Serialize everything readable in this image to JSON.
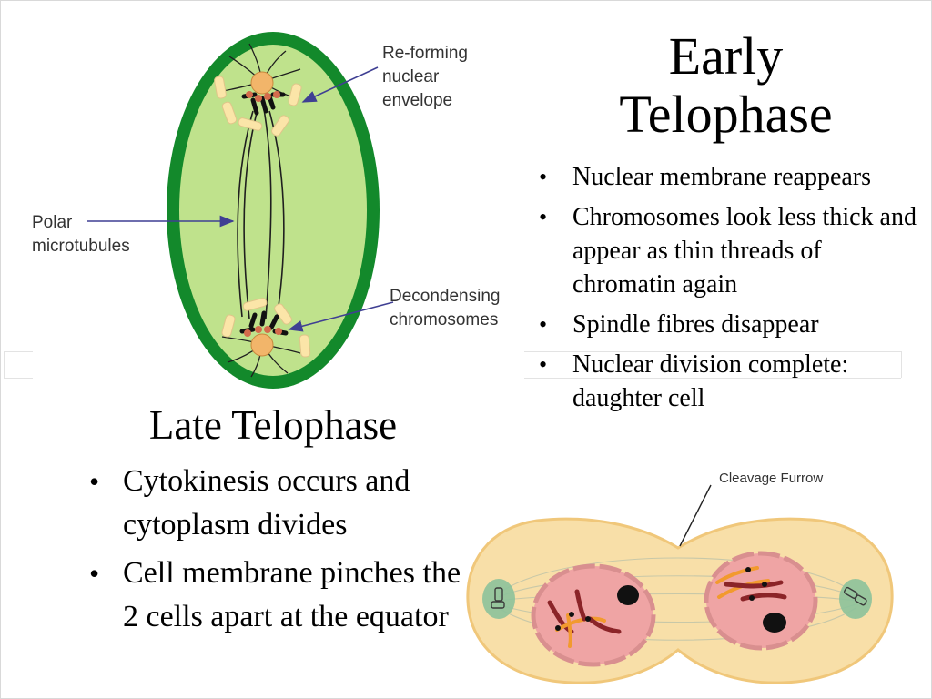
{
  "early": {
    "title_line1": "Early",
    "title_line2": "Telophase",
    "bullets": [
      "Nuclear membrane reappears",
      "Chromosomes look less thick and appear as thin threads of chromatin again",
      "Spindle fibres disappear",
      "Nuclear division complete: daughter cell"
    ]
  },
  "late": {
    "title": "Late Telophase",
    "bullets": [
      "Cytokinesis occurs and cytoplasm divides",
      "Cell membrane pinches the 2 cells apart at the equator"
    ]
  },
  "diagram_top": {
    "label_envelope_1": "Re-forming",
    "label_envelope_2": "nuclear",
    "label_envelope_3": "envelope",
    "label_polar_1": "Polar",
    "label_polar_2": "microtubules",
    "label_decond_1": "Decondensing",
    "label_decond_2": "chromosomes",
    "colors": {
      "cell_wall": "#13892b",
      "cytoplasm": "#bfe28c",
      "arrow": "#3f3f93"
    }
  },
  "diagram_bottom": {
    "label_furrow": "Cleavage Furrow",
    "colors": {
      "cytoplasm": "#f8dfa8",
      "nucleus": "#efa4a4",
      "centrosome": "#8cc29a"
    }
  }
}
